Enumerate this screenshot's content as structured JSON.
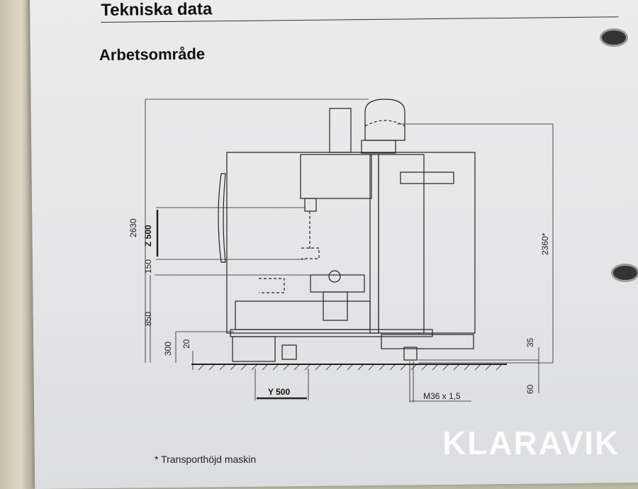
{
  "header": {
    "section": "Tekniska data"
  },
  "title": "Arbetsområde",
  "dimensions": {
    "total_height": "2630",
    "z_travel": "Z 500",
    "d150": "150",
    "d850": "850",
    "d300": "300",
    "d20": "20",
    "y_travel": "Y 500",
    "thread": "M36 x 1,5",
    "transport_height": "2360*",
    "d35": "35",
    "d60": "60"
  },
  "footnote": "* Transporthöjd maskin",
  "watermark": "KLARAVIK"
}
